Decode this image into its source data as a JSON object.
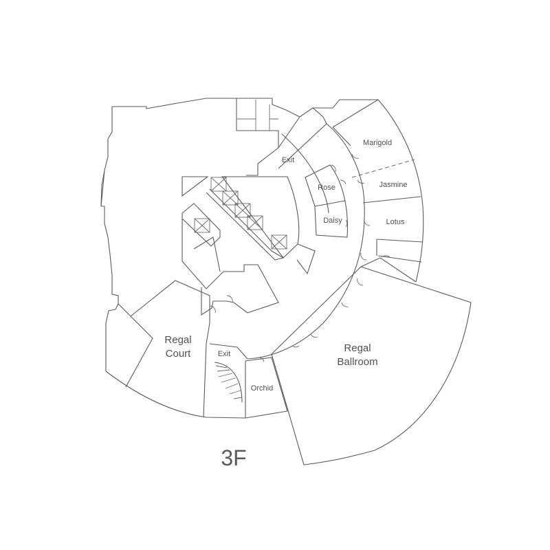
{
  "floor": {
    "name": "3F"
  },
  "rooms": {
    "marigold": "Marigold",
    "jasmine": "Jasmine",
    "lotus": "Lotus",
    "rose": "Rose",
    "daisy": "Daisy",
    "regal_court_line1": "Regal",
    "regal_court_line2": "Court",
    "regal_ballroom_line1": "Regal",
    "regal_ballroom_line2": "Ballroom",
    "orchid": "Orchid"
  },
  "exits": {
    "exit_north": "Exit",
    "exit_south": "Exit"
  },
  "colors": {
    "line": "#5a5a5a",
    "text": "#505050",
    "background": "#ffffff"
  }
}
